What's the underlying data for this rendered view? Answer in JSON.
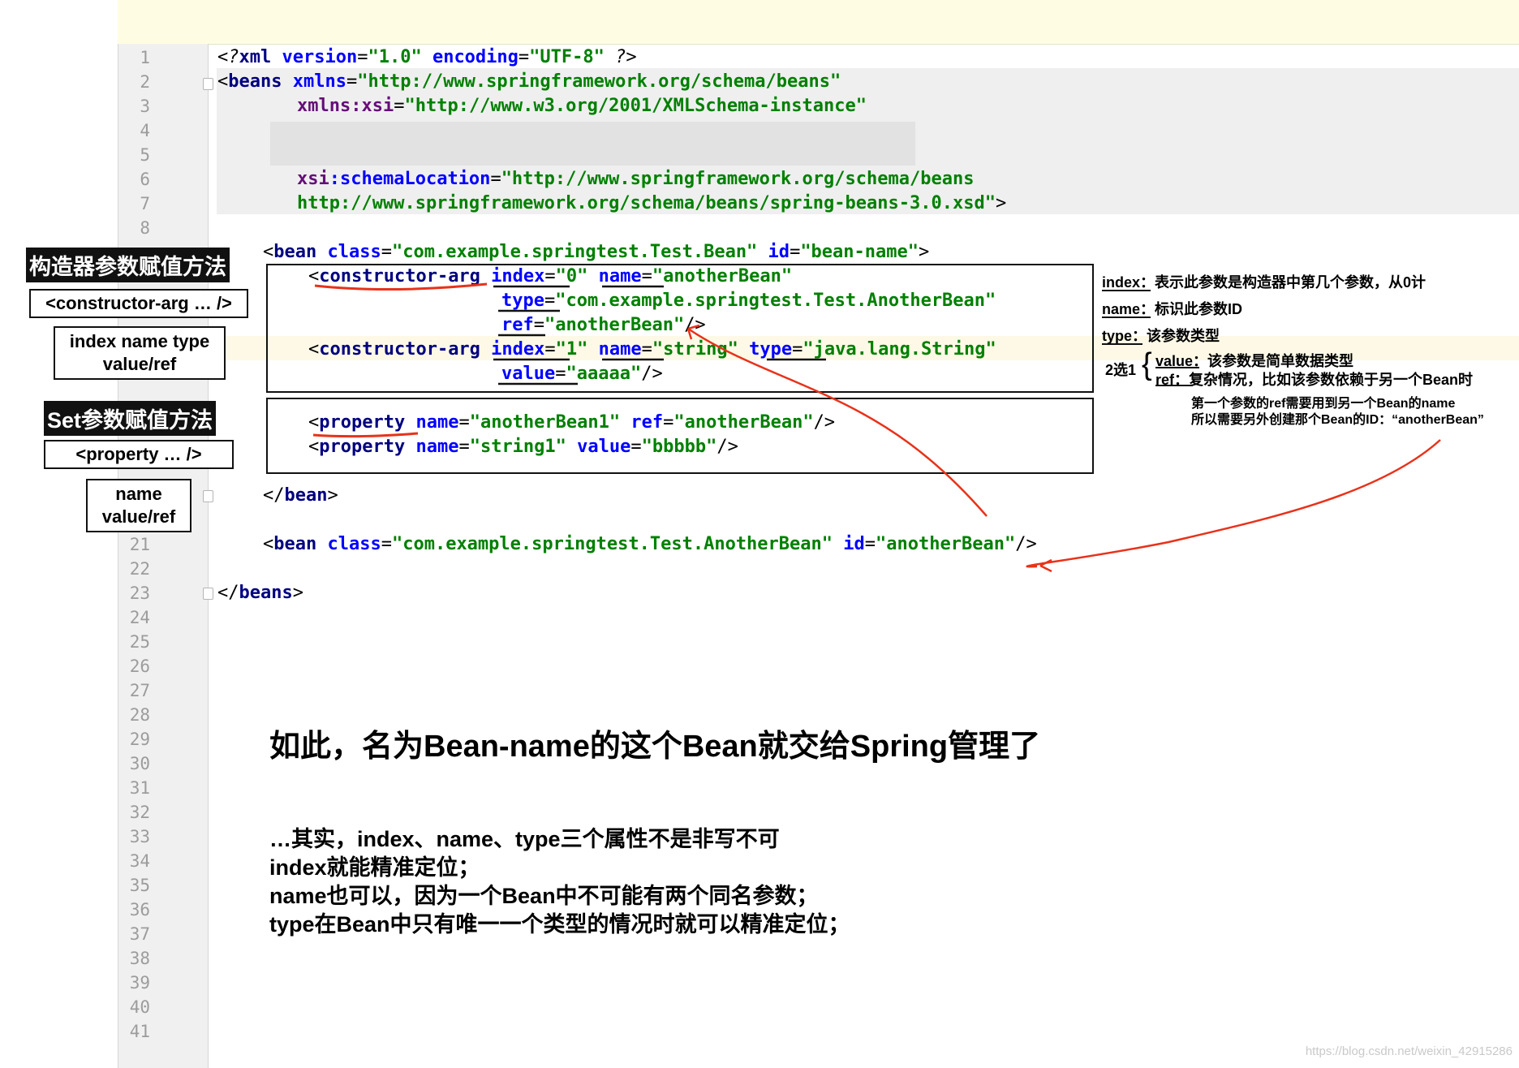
{
  "line_numbers": [
    "1",
    "2",
    "3",
    "4",
    "5",
    "6",
    "7",
    "8",
    "",
    "",
    "",
    "",
    "",
    "",
    "",
    "",
    "",
    "",
    "",
    "",
    "21",
    "22",
    "23",
    "24",
    "25",
    "26",
    "27",
    "28",
    "29",
    "30",
    "31",
    "32",
    "33",
    "34",
    "35",
    "36",
    "37",
    "38",
    "39",
    "40",
    "41"
  ],
  "code": {
    "l1": {
      "open": "<?",
      "tag": "xml",
      "a1": " version",
      "eq1": "=",
      "v1": "\"1.0\"",
      "a2": " encoding",
      "eq2": "=",
      "v2": "\"UTF-8\"",
      "close": " ?>"
    },
    "l2": {
      "open": "<",
      "tag": "beans",
      "a1": " xmlns",
      "eq1": "=",
      "v1": "\"http://www.springframework.org/schema/beans\""
    },
    "l3": {
      "ns": "xmlns:xsi",
      "eq": "=",
      "v": "\"http://www.w3.org/2001/XMLSchema-instance\""
    },
    "l6": {
      "ns": "xsi",
      "att": ":schemaLocation",
      "eq": "=",
      "v": "\"http://www.springframework.org/schema/beans"
    },
    "l7": {
      "v": "http://www.springframework.org/schema/beans/spring-beans-3.0.xsd\"",
      "close": ">"
    },
    "l9": {
      "open": "<",
      "tag": "bean",
      "a1": " class",
      "eq1": "=",
      "v1": "\"com.example.springtest.Test.Bean\"",
      "a2": " id",
      "eq2": "=",
      "v2": "\"bean-name\"",
      "close": ">"
    },
    "l10": {
      "open": "<",
      "tag": "constructor-arg",
      "a1": " index",
      "eq1": "=",
      "v1": "\"0\"",
      "a2": " name",
      "eq2": "=",
      "v2": "\"anotherBean\""
    },
    "l11": {
      "a1": "type",
      "eq1": "=",
      "v1": "\"com.example.springtest.Test.AnotherBean\""
    },
    "l12": {
      "a1": "ref",
      "eq1": "=",
      "v1": "\"anotherBean\"",
      "close": "/>"
    },
    "l13": {
      "open": "<",
      "tag": "constructor-arg",
      "a1": " index",
      "eq1": "=",
      "v1": "\"1\"",
      "a2": " name",
      "eq2": "=",
      "v2": "\"string\"",
      "a3": " type",
      "eq3": "=",
      "v3": "\"java.lang.String\""
    },
    "l14": {
      "a1": "value",
      "eq1": "=",
      "v1": "\"aaaaa\"",
      "close": "/>"
    },
    "l16": {
      "open": "<",
      "tag": "property",
      "a1": " name",
      "eq1": "=",
      "v1": "\"anotherBean1\"",
      "a2": " ref",
      "eq2": "=",
      "v2": "\"anotherBean\"",
      "close": "/>"
    },
    "l17": {
      "open": "<",
      "tag": "property",
      "a1": " name",
      "eq1": "=",
      "v1": "\"string1\"",
      "a2": " value",
      "eq2": "=",
      "v2": "\"bbbbb\"",
      "close": "/>"
    },
    "l19": {
      "open": "</",
      "tag": "bean",
      "close": ">"
    },
    "l21": {
      "open": "<",
      "tag": "bean",
      "a1": " class",
      "eq1": "=",
      "v1": "\"com.example.springtest.Test.AnotherBean\"",
      "a2": " id",
      "eq2": "=",
      "v2": "\"anotherBean\"",
      "close": "/>"
    },
    "l23": {
      "open": "</",
      "tag": "beans",
      "close": ">"
    }
  },
  "left_annotations": {
    "constructor_title": "构造器参数赋值方法",
    "constructor_tag": "<constructor-arg … />",
    "constructor_attrs_1": "index name type",
    "constructor_attrs_2": "value/ref",
    "set_title": "Set参数赋值方法",
    "property_tag": "<property … />",
    "property_attrs_1": "name",
    "property_attrs_2": "value/ref"
  },
  "right_notes": {
    "index_key": "index",
    "index_text": "：表示此参数是构造器中第几个参数，从0计",
    "name_key": "name",
    "name_text": "：标识此参数ID",
    "type_key": "type",
    "type_text": "：该参数类型",
    "choose": "2选1",
    "value_key": "value",
    "value_text": "：该参数是简单数据类型",
    "ref_key": "ref",
    "ref_text": "：复杂情况，比如该参数依赖于另一个Bean时",
    "ref_detail_1": "第一个参数的ref需要用到另一个Bean的name",
    "ref_detail_2": "所以需要另外创建那个Bean的ID：“anotherBean”"
  },
  "summary": {
    "headline": "如此，名为Bean-name的这个Bean就交给Spring管理了",
    "p1": "…其实，index、name、type三个属性不是非写不可",
    "p2": "index就能精准定位；",
    "p3": "name也可以，因为一个Bean中不可能有两个同名参数；",
    "p4": "type在Bean中只有唯一一个类型的情况时就可以精准定位；"
  },
  "watermark": "https://blog.csdn.net/weixin_42915286",
  "colors": {
    "tag": "#000080",
    "attr": "#0000ff",
    "namespace": "#660e7a",
    "value": "#008000",
    "annotation_red": "#e8321a"
  }
}
